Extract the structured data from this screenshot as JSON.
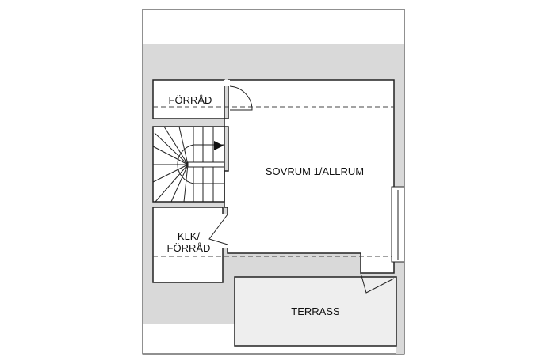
{
  "rooms": {
    "storage_top": "FÖRRÅD",
    "bedroom": "SOVRUM 1/ALLRUM",
    "closet_line1": "KLK/",
    "closet_line2": "FÖRRÅD",
    "terrace": "TERRASS"
  },
  "colors": {
    "wall_zone": "#d9d9d9",
    "terrace": "#eeeeee",
    "line": "#222222"
  }
}
